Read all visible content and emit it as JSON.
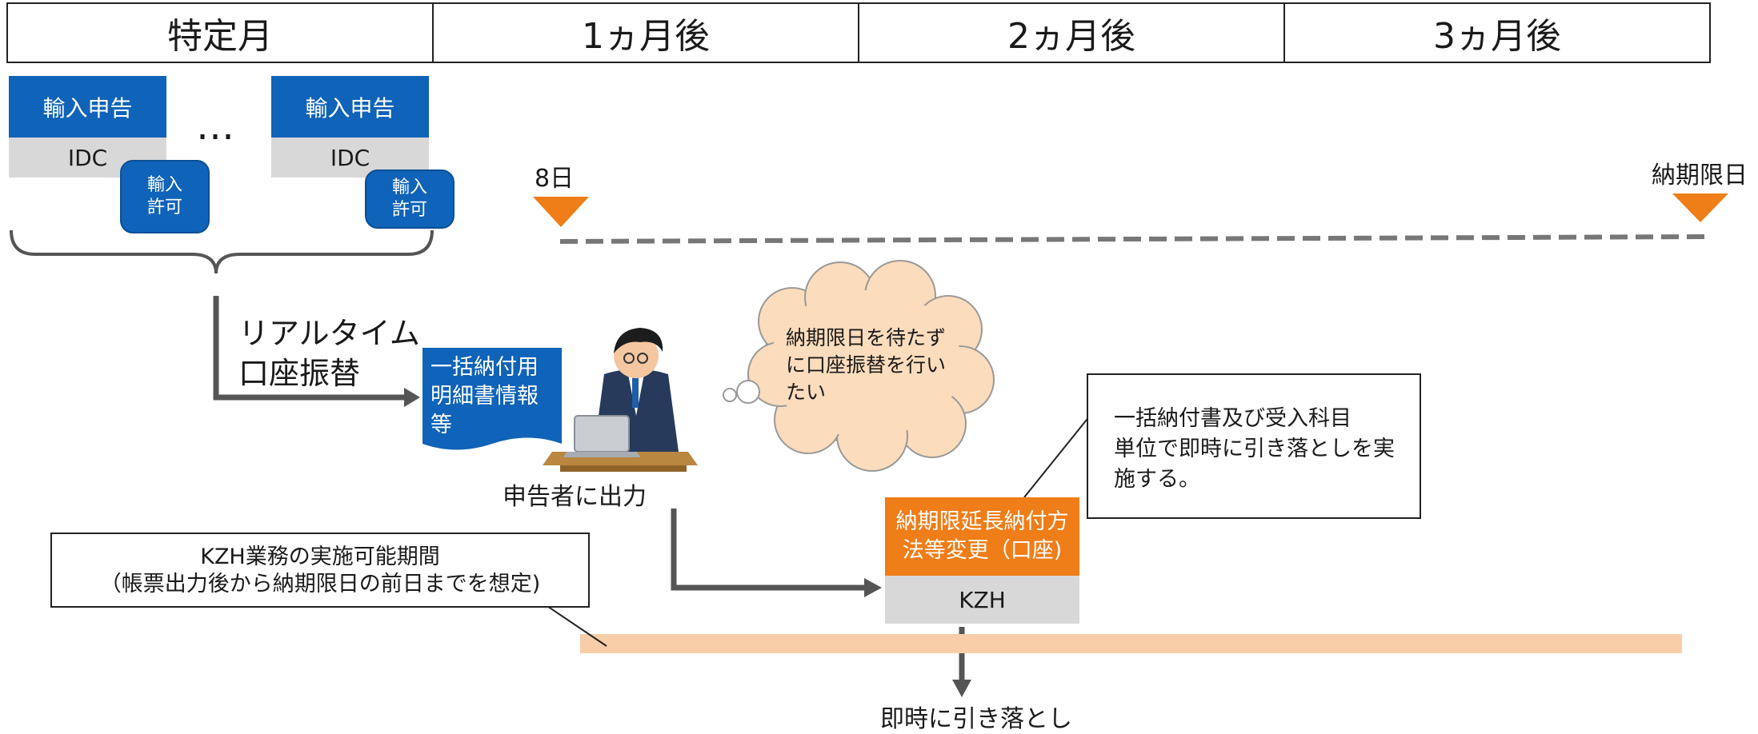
{
  "header": {
    "months": [
      "特定月",
      "1ヵ月後",
      "2ヵ月後",
      "3ヵ月後"
    ]
  },
  "declarations": [
    {
      "title": "輸入申告",
      "system": "IDC",
      "permit": "輸入\n許可"
    },
    {
      "title": "輸入申告",
      "system": "IDC",
      "permit": "輸入\n許可"
    }
  ],
  "ellipsis": "…",
  "timeline": {
    "start_label": "8日",
    "end_label": "納期限日",
    "accent_color": "#ef7d18"
  },
  "realtime_label": [
    "リアルタイム",
    "口座振替"
  ],
  "statement_doc": {
    "text": "一括納付用\n明細書情報\n等",
    "color": "#0f63b8"
  },
  "declarant_output": "申告者に出力",
  "thought": "納期限日を待たず\nに口座振替を行い\nたい",
  "kzh_box": {
    "title": "納期限延長納付方\n法等変更（口座)",
    "system": "KZH",
    "color": "#ef7d18"
  },
  "callout_right": "一括納付書及び受入科目\n単位で即時に引き落としを実\n施する。",
  "callout_left": {
    "line1": "KZH業務の実施可能期間",
    "line2": "（帳票出力後から納期限日の前日までを想定)"
  },
  "period_bar_color": "#f8cea8",
  "debit_label": "即時に引き落とし"
}
